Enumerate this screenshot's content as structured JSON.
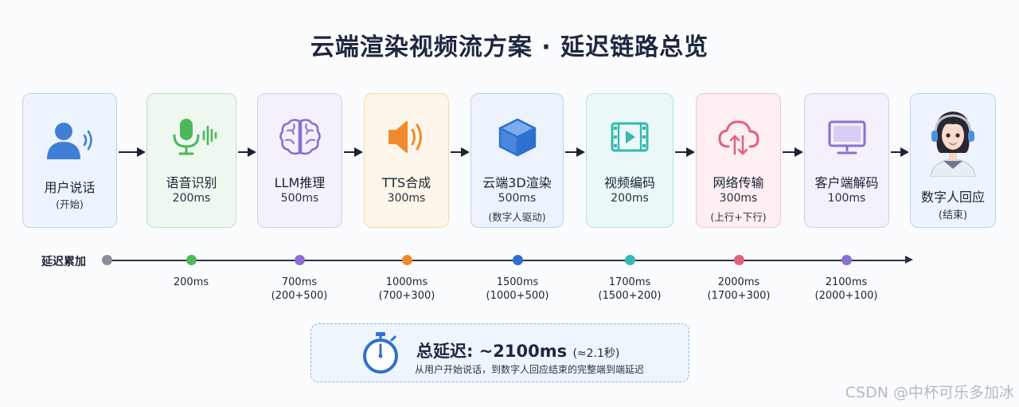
{
  "title": "云端渲染视频流方案 · 延迟链路总览",
  "colors": {
    "user": "#3f7fd6",
    "asr": "#4cb85c",
    "llm": "#8a6fd1",
    "tts": "#f08a2c",
    "render": "#2f6fd0",
    "encode": "#34b8b1",
    "network": "#e0637d",
    "decode": "#8a6fd1",
    "arrow": "#1b2333",
    "timeline": "#2b3346"
  },
  "stages": [
    {
      "name": "用户说话",
      "duration": "",
      "note": "(开始)",
      "icon": "user-speaking-icon"
    },
    {
      "name": "语音识别",
      "duration": "200ms",
      "note": "",
      "icon": "microphone-icon"
    },
    {
      "name": "LLM推理",
      "duration": "500ms",
      "note": "",
      "icon": "brain-icon"
    },
    {
      "name": "TTS合成",
      "duration": "300ms",
      "note": "",
      "icon": "speaker-icon"
    },
    {
      "name": "云端3D渲染",
      "duration": "500ms",
      "note": "(数字人驱动)",
      "icon": "cube-icon"
    },
    {
      "name": "视频编码",
      "duration": "200ms",
      "note": "",
      "icon": "film-icon"
    },
    {
      "name": "网络传输",
      "duration": "300ms",
      "note": "(上行+下行)",
      "icon": "cloud-transfer-icon"
    },
    {
      "name": "客户端解码",
      "duration": "100ms",
      "note": "",
      "icon": "monitor-icon"
    },
    {
      "name": "数字人回应",
      "duration": "",
      "note": "(结束)",
      "icon": "digital-human-avatar"
    }
  ],
  "timeline": {
    "label": "延迟累加",
    "points": [
      {
        "value": "",
        "formula": ""
      },
      {
        "value": "200ms",
        "formula": ""
      },
      {
        "value": "700ms",
        "formula": "(200+500)"
      },
      {
        "value": "1000ms",
        "formula": "(700+300)"
      },
      {
        "value": "1500ms",
        "formula": "(1000+500)"
      },
      {
        "value": "1700ms",
        "formula": "(1500+200)"
      },
      {
        "value": "2000ms",
        "formula": "(1700+300)"
      },
      {
        "value": "2100ms",
        "formula": "(2000+100)"
      }
    ]
  },
  "summary": {
    "title": "总延迟: ~2100ms",
    "note": "(≈2.1秒)",
    "description": "从用户开始说话，到数字人回应结束的完整端到端延迟",
    "icon": "stopwatch-icon"
  },
  "watermark": "CSDN @中杯可乐多加冰"
}
